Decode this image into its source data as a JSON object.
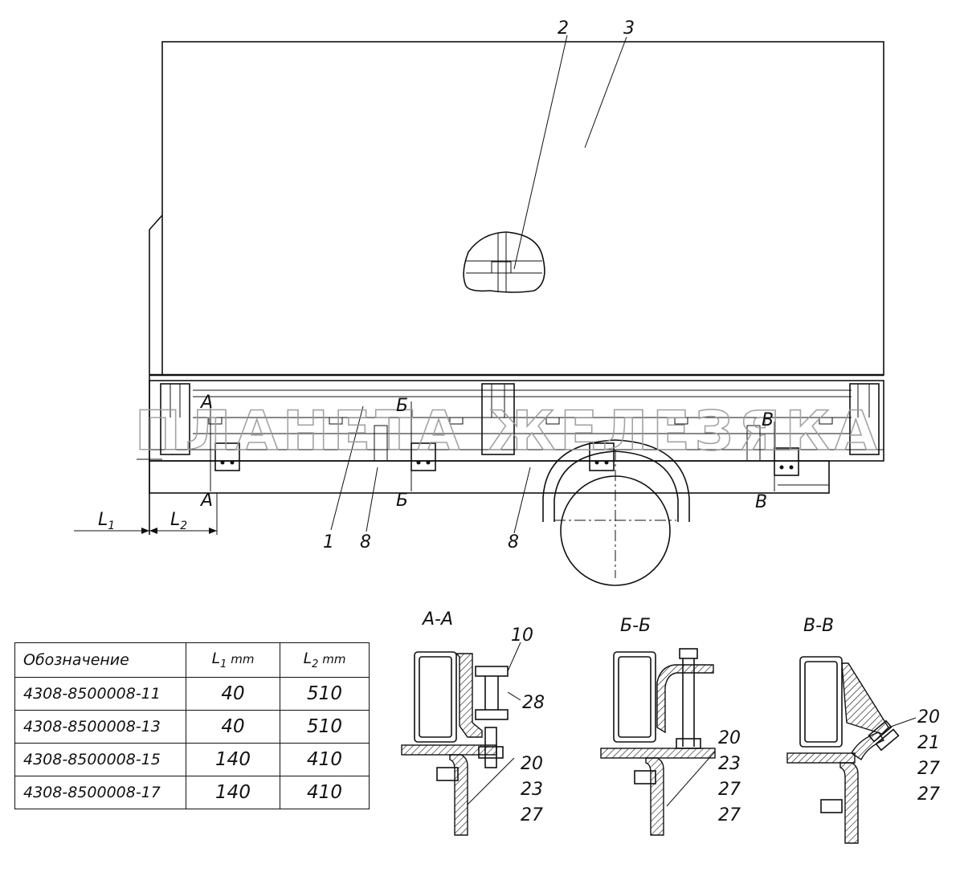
{
  "callouts": {
    "c1": "1",
    "c2": "2",
    "c3": "3",
    "c8a": "8",
    "c8b": "8",
    "c10": "10",
    "c28": "28",
    "aa_20": "20",
    "aa_23": "23",
    "aa_27": "27",
    "bb_20": "20",
    "bb_23": "23",
    "bb_27a": "27",
    "bb_27b": "27",
    "vv_20": "20",
    "vv_21": "21",
    "vv_27a": "27",
    "vv_27b": "27"
  },
  "section_marks": {
    "a_top": "А",
    "a_bottom": "А",
    "b_top": "Б",
    "b_bottom": "Б",
    "v_top": "В",
    "v_bottom": "В"
  },
  "section_titles": {
    "aa": "А-А",
    "bb": "Б-Б",
    "vv": "В-В"
  },
  "dimensions": {
    "l1": "L",
    "l1_sub": "1",
    "l2": "L",
    "l2_sub": "2"
  },
  "watermark": "ПЛАНЕТА ЖЕЛЕЗЯКА",
  "table": {
    "header": {
      "designation": "Обозначение",
      "l1": "L",
      "l1_sub": "1",
      "l1_unit": " mm",
      "l2": "L",
      "l2_sub": "2",
      "l2_unit": " mm"
    },
    "rows": [
      {
        "designation": "4308-8500008-11",
        "l1": "40",
        "l2": "510"
      },
      {
        "designation": "4308-8500008-13",
        "l1": "40",
        "l2": "510"
      },
      {
        "designation": "4308-8500008-15",
        "l1": "140",
        "l2": "410"
      },
      {
        "designation": "4308-8500008-17",
        "l1": "140",
        "l2": "410"
      }
    ]
  }
}
